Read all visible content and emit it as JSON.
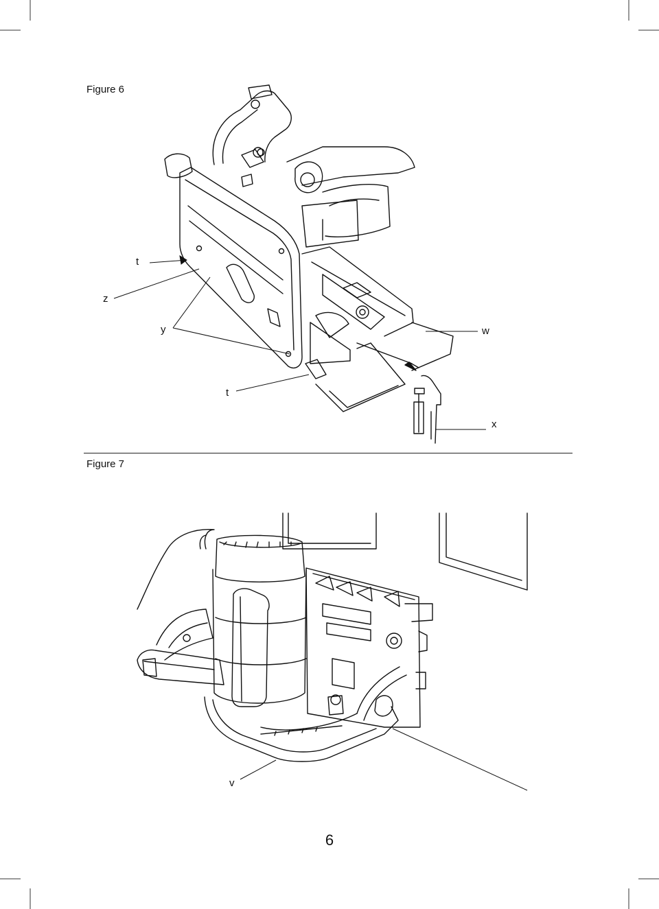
{
  "figure6": {
    "title": "Figure 6",
    "callouts": {
      "t_top": "t",
      "z": "z",
      "y": "y",
      "w": "w",
      "t_bottom": "t",
      "x": "x"
    }
  },
  "figure7": {
    "title": "Figure 7",
    "callouts": {
      "v": "v"
    }
  },
  "page_number": "6"
}
